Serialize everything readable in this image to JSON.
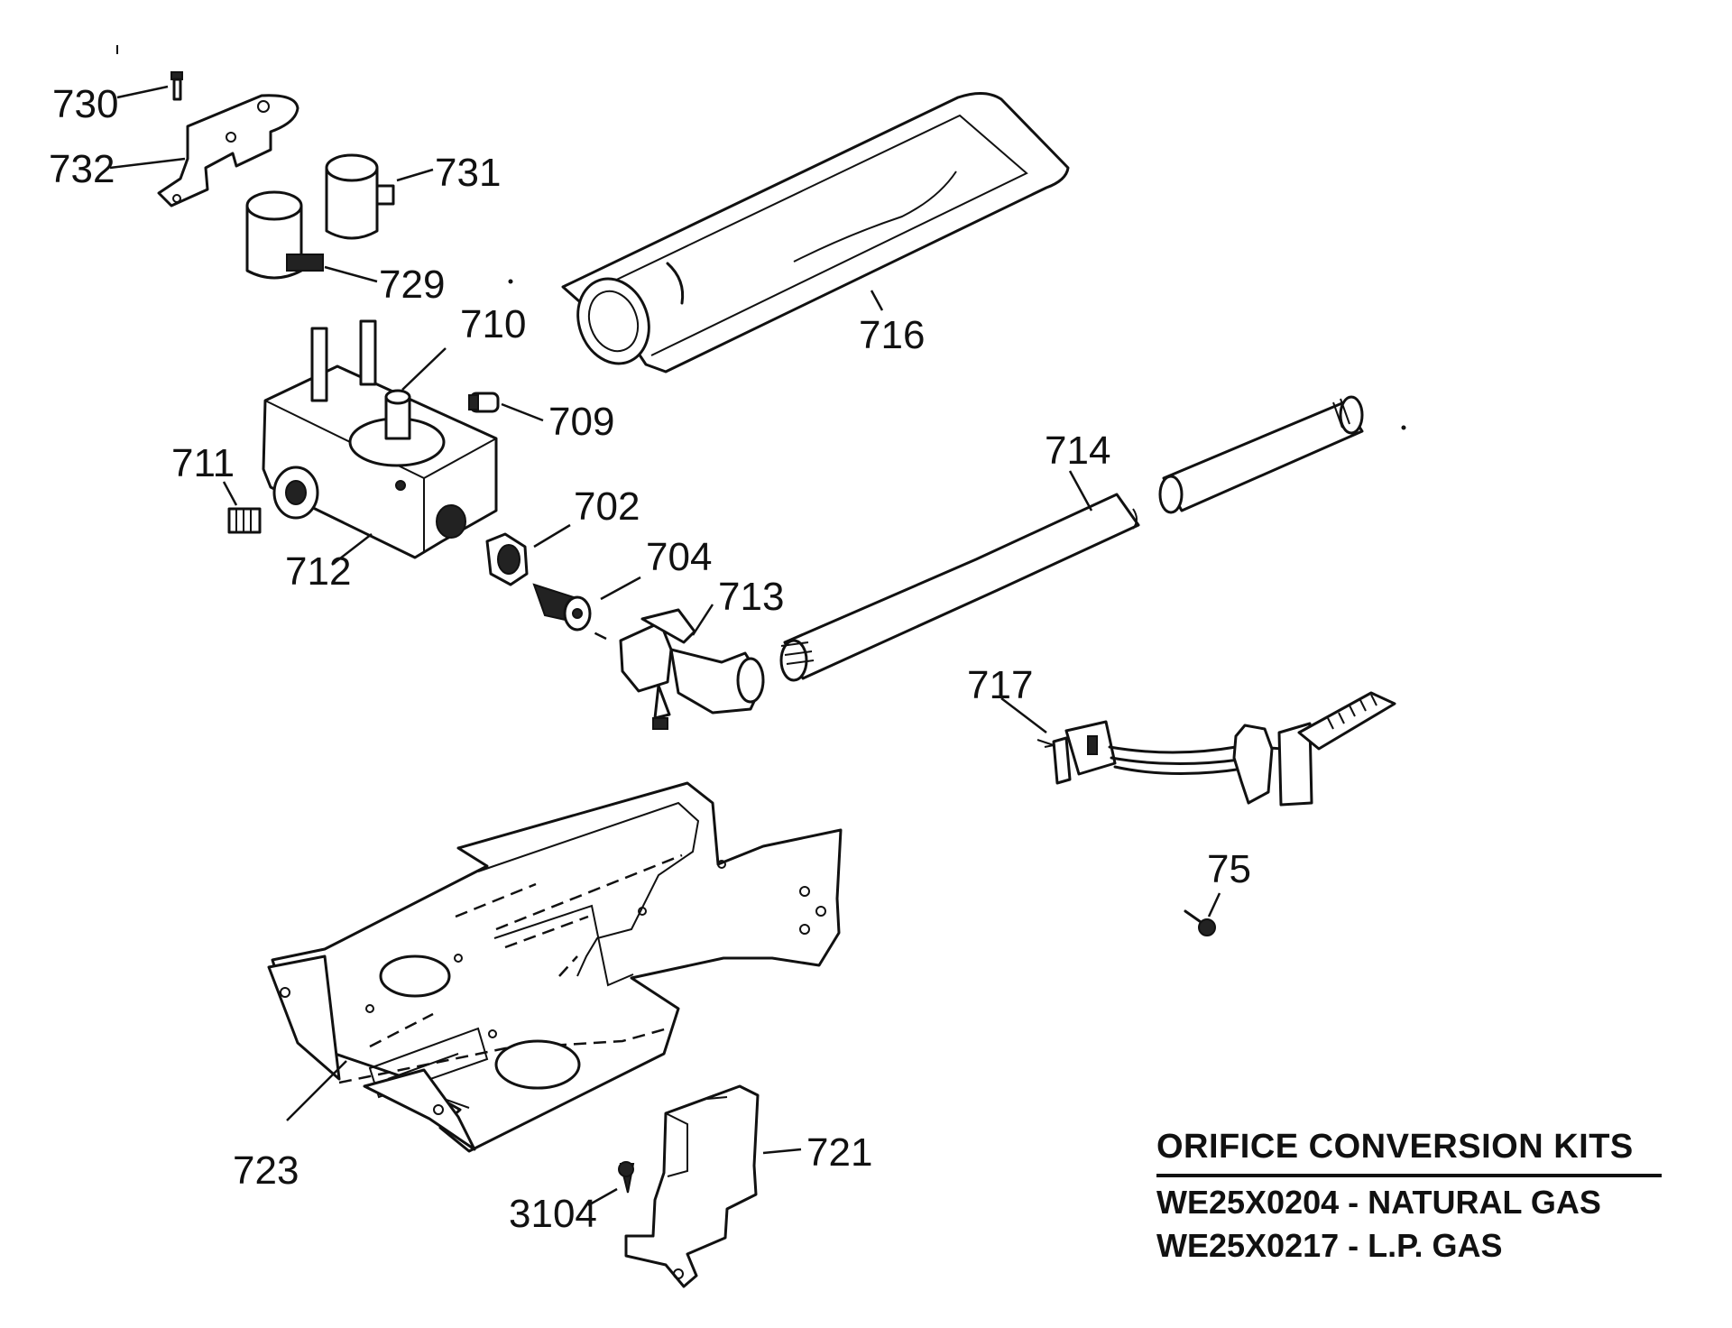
{
  "parts": [
    {
      "id": "730"
    },
    {
      "id": "732"
    },
    {
      "id": "731"
    },
    {
      "id": "729"
    },
    {
      "id": "710"
    },
    {
      "id": "709"
    },
    {
      "id": "711"
    },
    {
      "id": "712"
    },
    {
      "id": "702"
    },
    {
      "id": "704"
    },
    {
      "id": "713"
    },
    {
      "id": "716"
    },
    {
      "id": "714"
    },
    {
      "id": "717"
    },
    {
      "id": "75"
    },
    {
      "id": "723"
    },
    {
      "id": "721"
    },
    {
      "id": "3104"
    }
  ],
  "kits": {
    "title": "ORIFICE CONVERSION KITS",
    "items": [
      {
        "code": "WE25X0204",
        "sep": "-",
        "type": "NATURAL GAS"
      },
      {
        "code": "WE25X0217",
        "sep": "-",
        "type": "L.P. GAS"
      }
    ]
  }
}
